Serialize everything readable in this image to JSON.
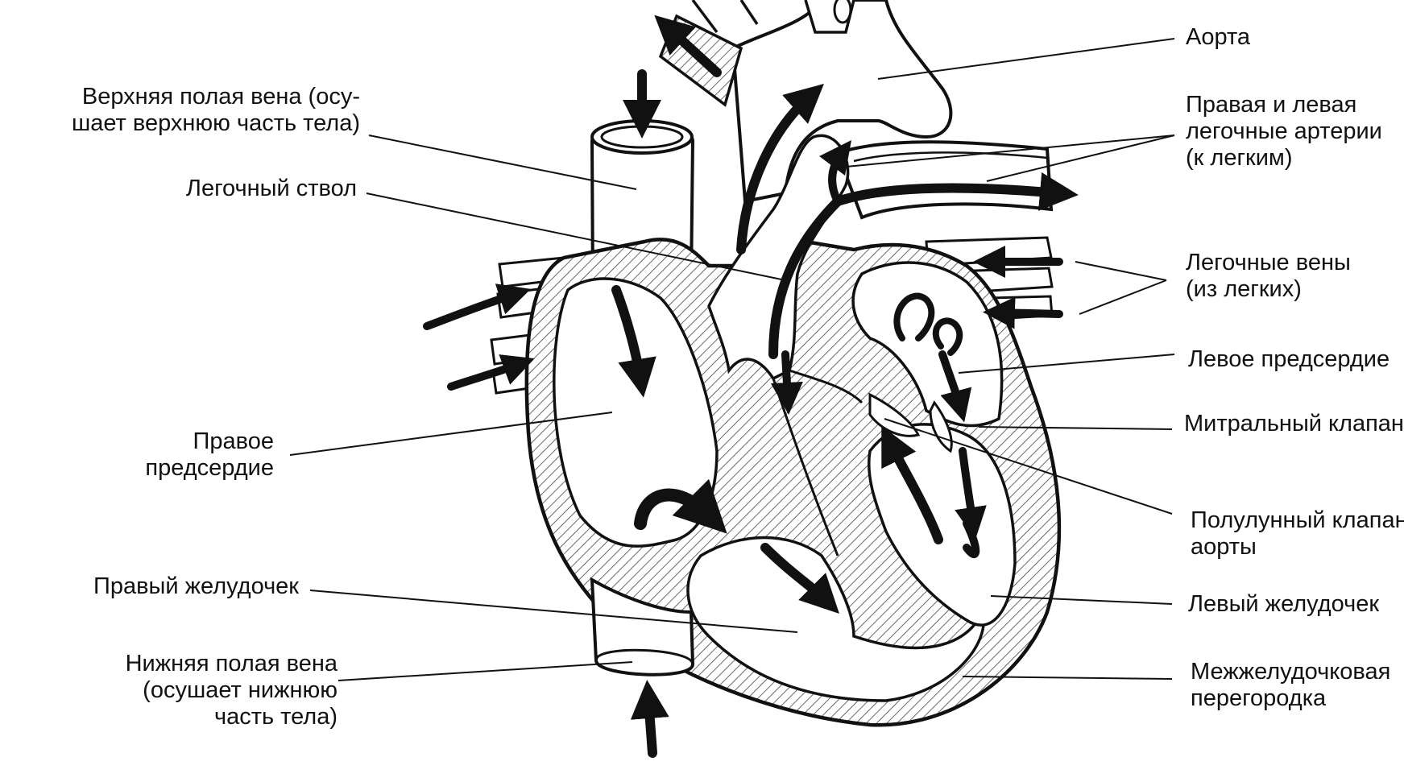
{
  "labels": {
    "svc": [
      "Верхняя полая вена (осу-",
      "шает верхнюю часть тела)"
    ],
    "pulm_trunk": [
      "Легочный ствол"
    ],
    "right_atrium": [
      "Правое",
      "предсердие"
    ],
    "right_ventricle": [
      "Правый желудочек"
    ],
    "ivc": [
      "Нижняя полая вена",
      "(осушает нижнюю",
      "часть тела)"
    ],
    "aorta": [
      "Аорта"
    ],
    "pulm_arteries": [
      "Правая и левая",
      "легочные артерии",
      "(к легким)"
    ],
    "pulm_veins": [
      "Легочные вены",
      "(из легких)"
    ],
    "left_atrium": [
      "Левое предсердие"
    ],
    "mitral": [
      "Митральный клапан"
    ],
    "semilunar": [
      "Полулунный клапан",
      "аорты"
    ],
    "left_ventricle": [
      "Левый желудочек"
    ],
    "septum": [
      "Межжелудочковая",
      "перегородка"
    ]
  },
  "colors": {
    "ink": "#111111",
    "paper": "#ffffff",
    "hatch": "#444444"
  }
}
